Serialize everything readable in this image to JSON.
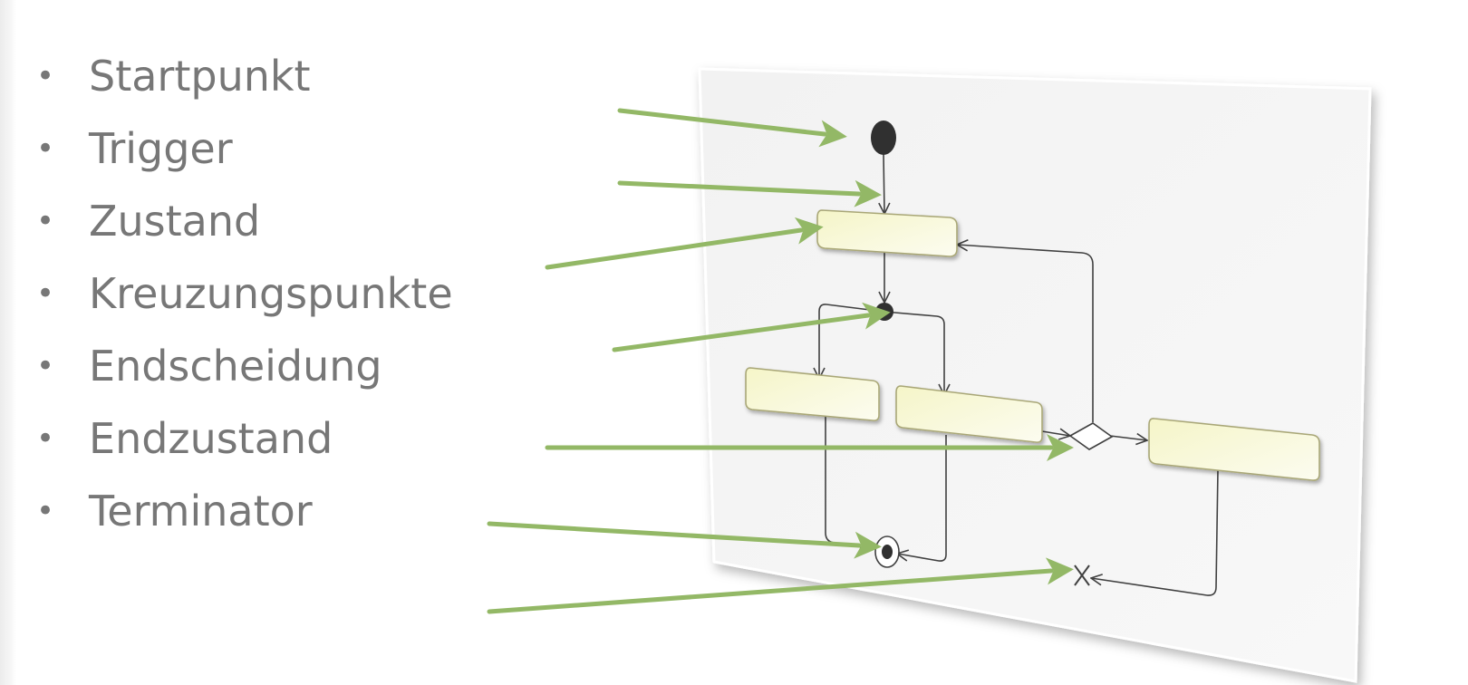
{
  "bullet_glyph": "•",
  "items": [
    {
      "label": "Startpunkt"
    },
    {
      "label": "Trigger"
    },
    {
      "label": "Zustand"
    },
    {
      "label": "Kreuzungspunkte"
    },
    {
      "label": "Endscheidung"
    },
    {
      "label": "Endzustand"
    },
    {
      "label": "Terminator"
    }
  ],
  "colors": {
    "text": "#777777",
    "pointer_arrow": "#93b866",
    "state_fill": "#f8f8d4",
    "state_border": "#a9a777",
    "edge": "#404040",
    "node": "#303030",
    "panel": "#f4f4f4"
  }
}
